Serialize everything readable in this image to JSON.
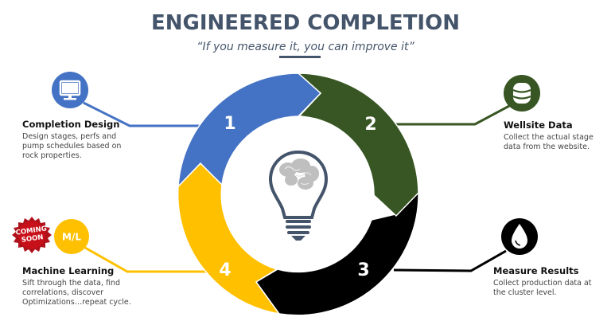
{
  "header": {
    "title": "ENGINEERED COMPLETION",
    "subtitle": "“If you measure it, you can improve it”"
  },
  "center": {
    "icon": "lightbulb-brain-icon"
  },
  "cycle": {
    "segments": [
      {
        "number": "1",
        "color": "#4472c4"
      },
      {
        "number": "2",
        "color": "#375623"
      },
      {
        "number": "3",
        "color": "#000000"
      },
      {
        "number": "4",
        "color": "#ffc000"
      }
    ]
  },
  "steps": [
    {
      "title": "Completion Design",
      "description": [
        "Design stages, perfs and",
        "pump schedules based on",
        "rock properties."
      ],
      "icon": "monitor-icon",
      "color": "#4472c4"
    },
    {
      "title": "Wellsite Data",
      "description": [
        "Collect the actual stage",
        "data from the website."
      ],
      "icon": "database-icon",
      "color": "#375623"
    },
    {
      "title": "Measure Results",
      "description": [
        "Collect production data at",
        "the cluster level."
      ],
      "icon": "water-drop-icon",
      "color": "#000000"
    },
    {
      "title": "Machine Learning",
      "description": [
        "Sift through the data, find",
        "correlations, discover",
        "Optimizations…repeat cycle."
      ],
      "icon_label": "M/L",
      "color": "#ffc000",
      "badge": [
        "COMING",
        "SOON"
      ]
    }
  ]
}
